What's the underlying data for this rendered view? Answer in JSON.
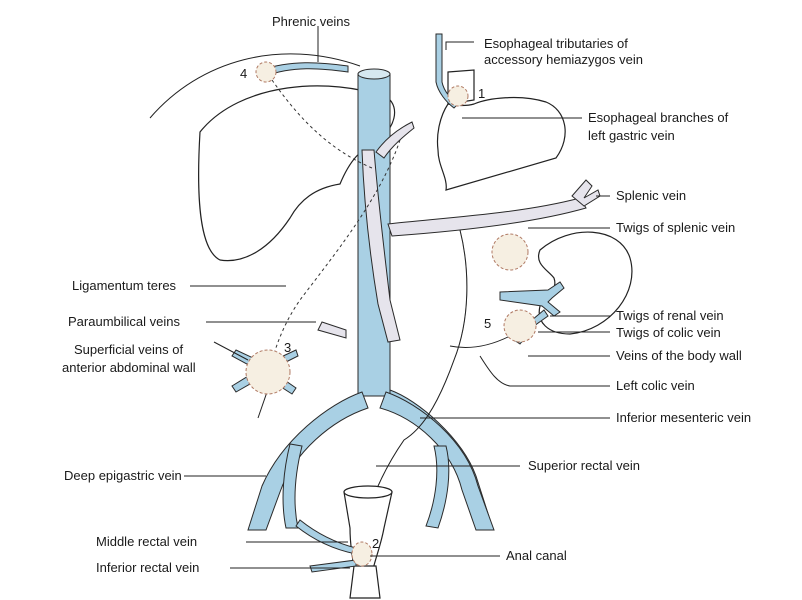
{
  "labels": {
    "phrenic": "Phrenic veins",
    "esoph_acc_1": "Esophageal tributaries of",
    "esoph_acc_2": "accessory hemiazygos vein",
    "esoph_gastric_1": "Esophageal branches of",
    "esoph_gastric_2": "left gastric vein",
    "splenic": "Splenic vein",
    "twigs_splenic": "Twigs of splenic vein",
    "ligamentum": "Ligamentum teres",
    "paraumbilical": "Paraumbilical veins",
    "superficial_1": "Superficial veins of",
    "superficial_2": "anterior abdominal wall",
    "twigs_renal": "Twigs of renal vein",
    "twigs_colic": "Twigs of colic vein",
    "body_wall": "Veins of the body wall",
    "left_colic": "Left colic vein",
    "inf_mesenteric": "Inferior mesenteric vein",
    "deep_epigastric": "Deep epigastric vein",
    "superior_rectal": "Superior rectal vein",
    "middle_rectal": "Middle rectal vein",
    "anal_canal": "Anal canal",
    "inferior_rectal": "Inferior rectal vein"
  },
  "sites": {
    "s1": "1",
    "s2": "2",
    "s3": "3",
    "s4": "4",
    "s5": "5"
  },
  "colors": {
    "systemic_vein": "#a9d0e4",
    "portal_vein": "#e6e4ec",
    "anastomosis": "#f6efe2",
    "outline": "#222222"
  }
}
